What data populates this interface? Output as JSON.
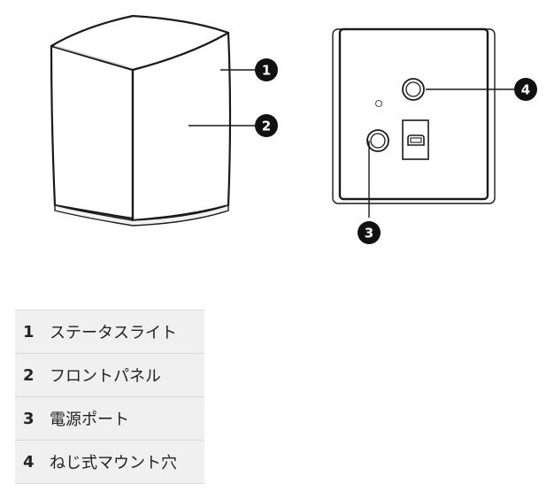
{
  "callouts": [
    {
      "number": "1",
      "label": "ステータスライト"
    },
    {
      "number": "2",
      "label": "フロントパネル"
    },
    {
      "number": "3",
      "label": "電源ポート"
    },
    {
      "number": "4",
      "label": "ねじ式マウント穴"
    }
  ]
}
